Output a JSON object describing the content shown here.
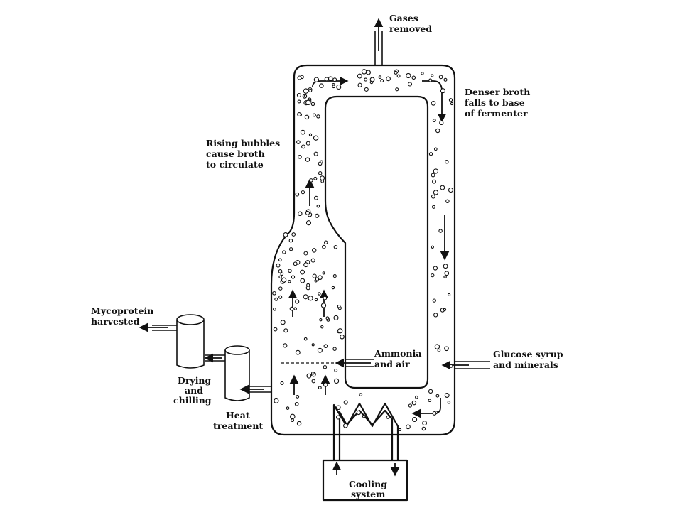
{
  "labels": {
    "gases_1": "Gases",
    "gases_2": "removed",
    "denser_1": "Denser broth",
    "denser_2": "falls to base",
    "denser_3": "of fermenter",
    "rising_1": "Rising bubbles",
    "rising_2": "cause broth",
    "rising_3": "to circulate",
    "myco_1": "Mycoprotein",
    "myco_2": "harvested",
    "ammonia_1": "Ammonia",
    "ammonia_2": "and air",
    "glucose_1": "Glucose syrup",
    "glucose_2": "and minerals",
    "drying_1": "Drying",
    "drying_2": "and",
    "drying_3": "chilling",
    "heat_1": "Heat",
    "heat_2": "treatment",
    "cooling_1": "Cooling",
    "cooling_2": "system"
  }
}
